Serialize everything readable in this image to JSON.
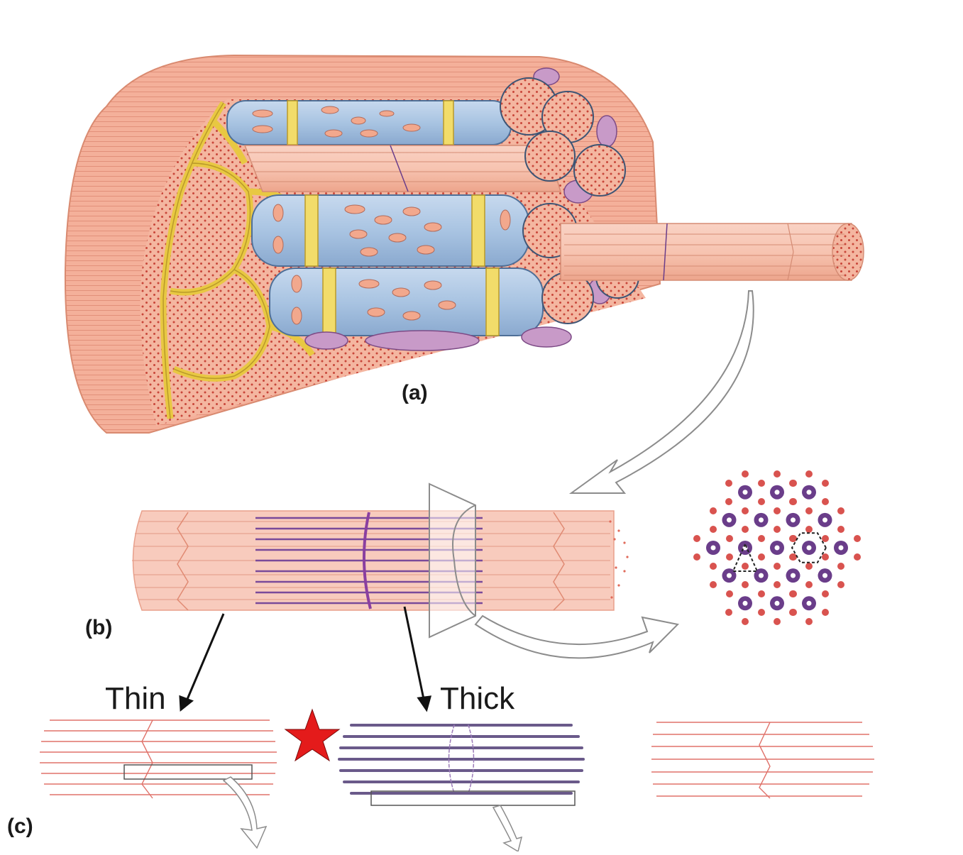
{
  "labels": {
    "a": "(a)",
    "b": "(b)",
    "c": "(c)",
    "thin": "Thin",
    "thick": "Thick"
  },
  "colors": {
    "muscle": "#f2a88d",
    "muscle_dark": "#e0896b",
    "dots": "#c8463a",
    "sr": "#a9c4e2",
    "sr_edge": "#5f7fa8",
    "ttubule": "#f2dc6a",
    "mito": "#c89ac8",
    "thick_filament": "#6a3d8a",
    "thin_filament": "#d9534f",
    "star": "#e41b1b"
  },
  "icons": {
    "star": "star-icon"
  }
}
